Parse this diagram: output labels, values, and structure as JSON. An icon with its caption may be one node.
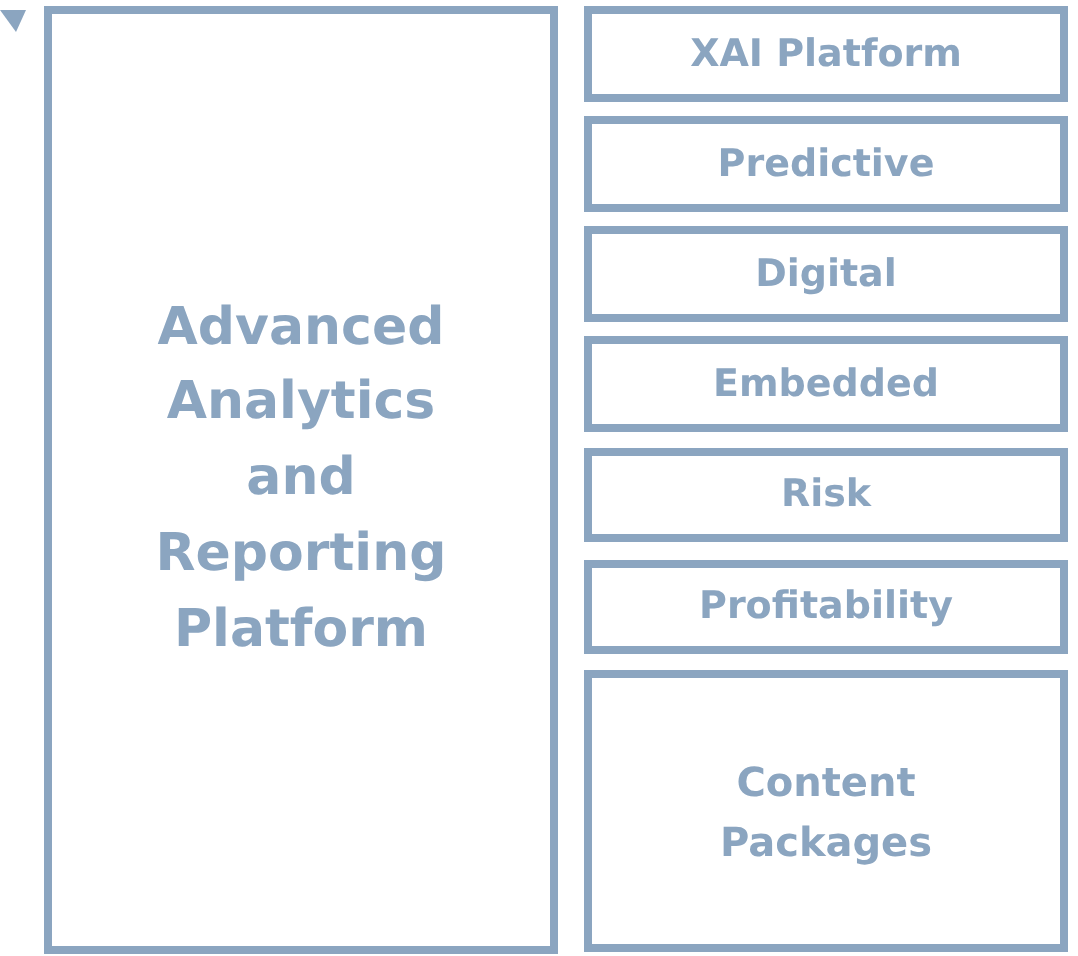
{
  "diagram": {
    "nodes": [
      {
        "text": [
          "Advanced Analytics and Reporting Platform"
        ]
      },
      {
        "text": [
          "XAI Platform"
        ]
      },
      {
        "text": [
          "Predictive"
        ]
      },
      {
        "text": [
          "Digital"
        ]
      },
      {
        "text": [
          "Embedded"
        ]
      },
      {
        "text": [
          "Risk"
        ]
      },
      {
        "text": [
          "Profitability"
        ]
      },
      {
        "text": [
          "Content Packages"
        ]
      }
    ],
    "edges": []
  }
}
